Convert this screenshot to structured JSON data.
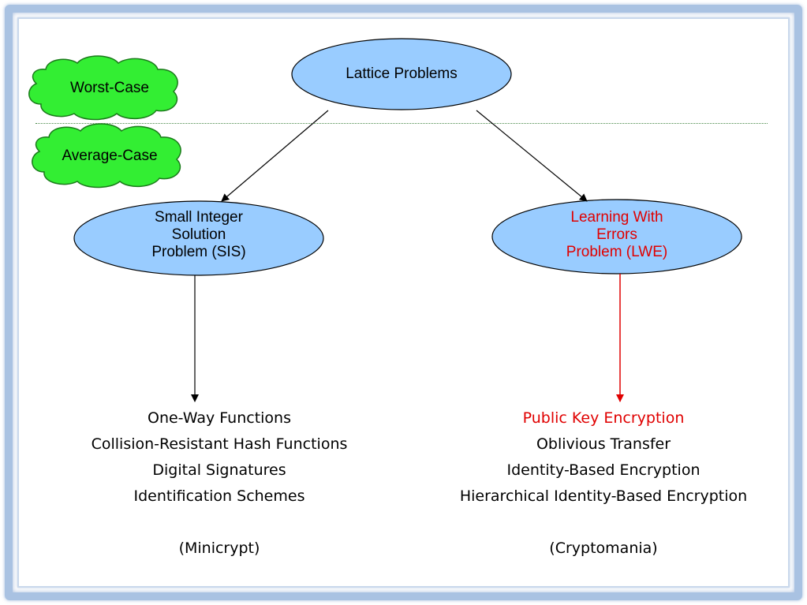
{
  "clouds": {
    "worst_case": "Worst-Case",
    "average_case": "Average-Case",
    "fill": "#33ee33"
  },
  "nodes": {
    "root": "Lattice Problems",
    "sis": "Small Integer\nSolution\nProblem  (SIS)",
    "lwe": "Learning With\nErrors\nProblem  (LWE)",
    "fill": "#99ccff"
  },
  "left_list": {
    "items": [
      "One-Way Functions",
      "Collision-Resistant Hash Functions",
      "Digital Signatures",
      "Identification Schemes"
    ],
    "caption": "(Minicrypt)"
  },
  "right_list": {
    "items": [
      "Public Key Encryption",
      "Oblivious Transfer",
      "Identity-Based Encryption",
      "Hierarchical Identity-Based Encryption"
    ],
    "highlight_color": "#e00000",
    "caption": "(Cryptomania)"
  }
}
